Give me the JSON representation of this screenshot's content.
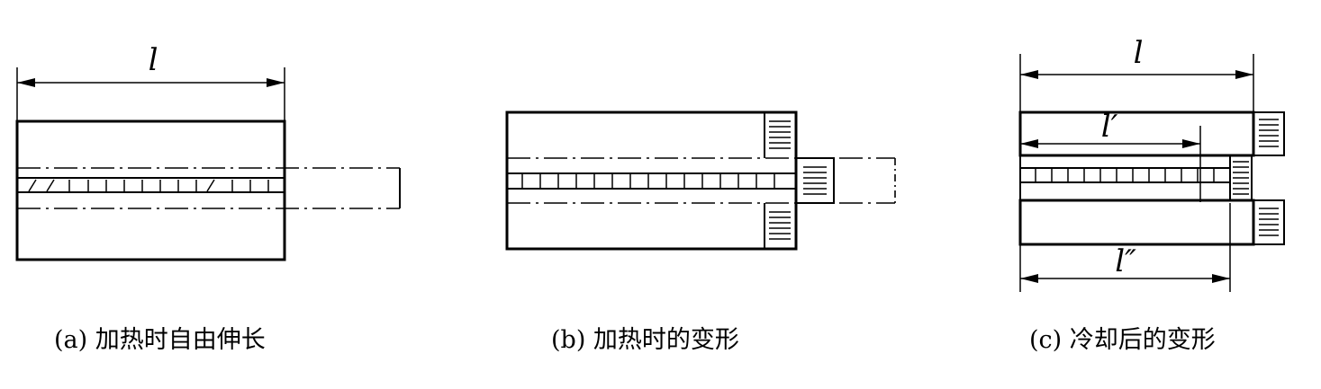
{
  "figures": [
    {
      "id": "a",
      "caption": "(a) 加热时自由伸长",
      "dimensions": {
        "length": "l"
      }
    },
    {
      "id": "b",
      "caption": "(b) 加热时的变形"
    },
    {
      "id": "c",
      "caption": "(c) 冷却后的变形",
      "dimensions": {
        "original": "l",
        "after_cooling": "l′",
        "intermediate": "l″"
      }
    }
  ]
}
